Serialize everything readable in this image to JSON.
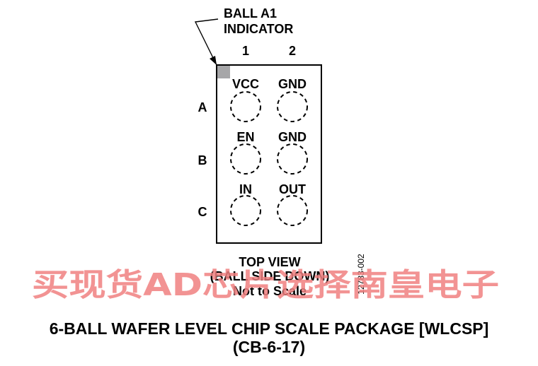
{
  "indicator_label": [
    "BALL A1",
    "INDICATOR"
  ],
  "columns": [
    "1",
    "2"
  ],
  "rows": [
    "A",
    "B",
    "C"
  ],
  "balls": [
    {
      "id": "A1",
      "label": "VCC"
    },
    {
      "id": "A2",
      "label": "GND"
    },
    {
      "id": "B1",
      "label": "EN"
    },
    {
      "id": "B2",
      "label": "GND"
    },
    {
      "id": "C1",
      "label": "IN"
    },
    {
      "id": "C2",
      "label": "OUT"
    }
  ],
  "view_notes": [
    "TOP VIEW",
    "(BALL SIDE DOWN)",
    "Not to Scale"
  ],
  "figure_code": "12783-002",
  "watermark": "买现货AD芯片选择南皇电子",
  "caption": {
    "line1": "6-BALL WAFER LEVEL CHIP SCALE PACKAGE [WLCSP]",
    "line2": "(CB-6-17)"
  },
  "colors": {
    "line": "#000000",
    "indicator": "#a6a6a8",
    "watermark": "#f08080"
  }
}
